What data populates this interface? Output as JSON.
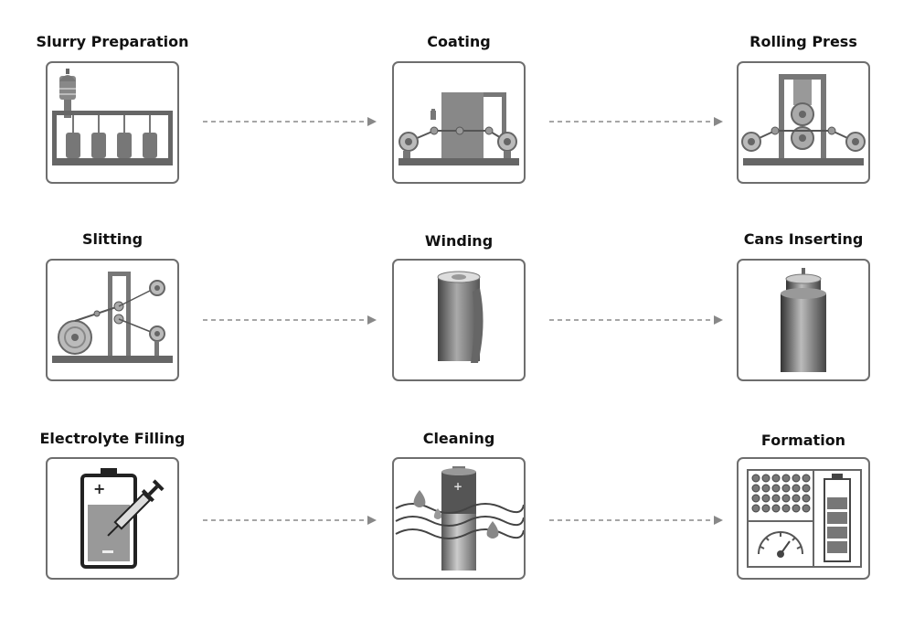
{
  "steps": [
    {
      "id": "slurry-preparation",
      "label": "Slurry Preparation",
      "icon": "mixing-tanks-icon"
    },
    {
      "id": "coating",
      "label": "Coating",
      "icon": "coating-machine-icon"
    },
    {
      "id": "rolling-press",
      "label": "Rolling Press",
      "icon": "rolling-press-icon"
    },
    {
      "id": "slitting",
      "label": "Slitting",
      "icon": "slitting-machine-icon"
    },
    {
      "id": "winding",
      "label": "Winding",
      "icon": "winding-roll-icon"
    },
    {
      "id": "cans-inserting",
      "label": "Cans Inserting",
      "icon": "cell-can-icon"
    },
    {
      "id": "electrolyte-filling",
      "label": "Electrolyte Filling",
      "icon": "battery-syringe-icon"
    },
    {
      "id": "cleaning",
      "label": "Cleaning",
      "icon": "battery-wash-icon"
    },
    {
      "id": "formation",
      "label": "Formation",
      "icon": "formation-charger-icon"
    }
  ],
  "flow": [
    [
      "slurry-preparation",
      "coating"
    ],
    [
      "coating",
      "rolling-press"
    ],
    [
      "slitting",
      "winding"
    ],
    [
      "winding",
      "cans-inserting"
    ],
    [
      "electrolyte-filling",
      "cleaning"
    ],
    [
      "cleaning",
      "formation"
    ]
  ],
  "colors": {
    "box_border": "#6e6e6e",
    "icon_dark": "#555555",
    "icon_mid": "#888888",
    "icon_light": "#bbbbbb",
    "arrow": "#888888"
  }
}
